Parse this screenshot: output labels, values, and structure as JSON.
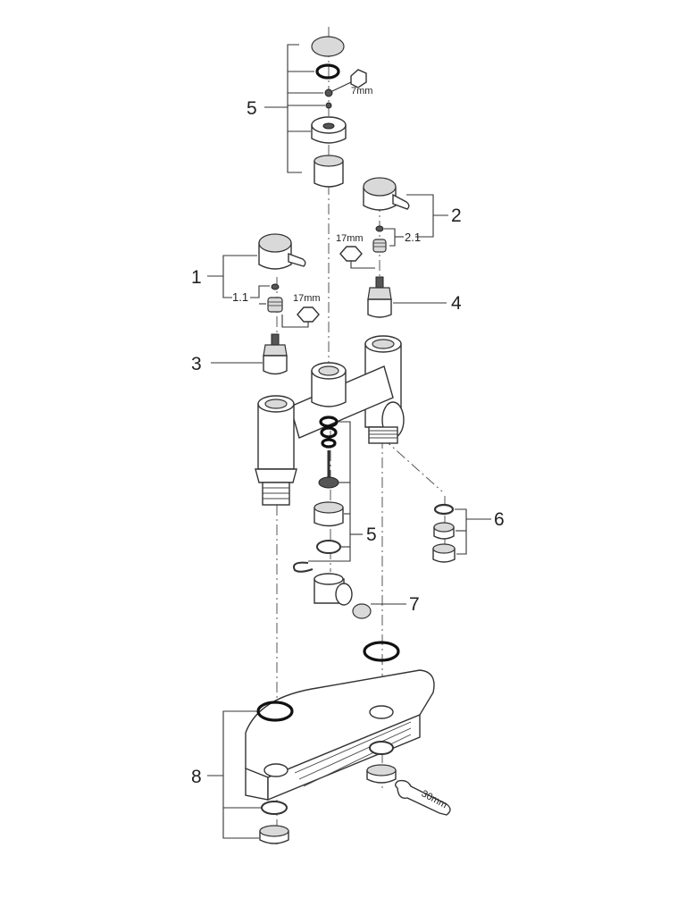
{
  "callouts": {
    "c1": "1",
    "c1_1": "1.1",
    "c2": "2",
    "c2_1": "2.1",
    "c3": "3",
    "c4": "4",
    "c5_top": "5",
    "c5_mid": "5",
    "c6": "6",
    "c7": "7",
    "c8": "8"
  },
  "tool_sizes": {
    "top_hex": "7mm",
    "left_hex": "17mm",
    "right_hex": "17mm",
    "wrench": "30mm"
  }
}
